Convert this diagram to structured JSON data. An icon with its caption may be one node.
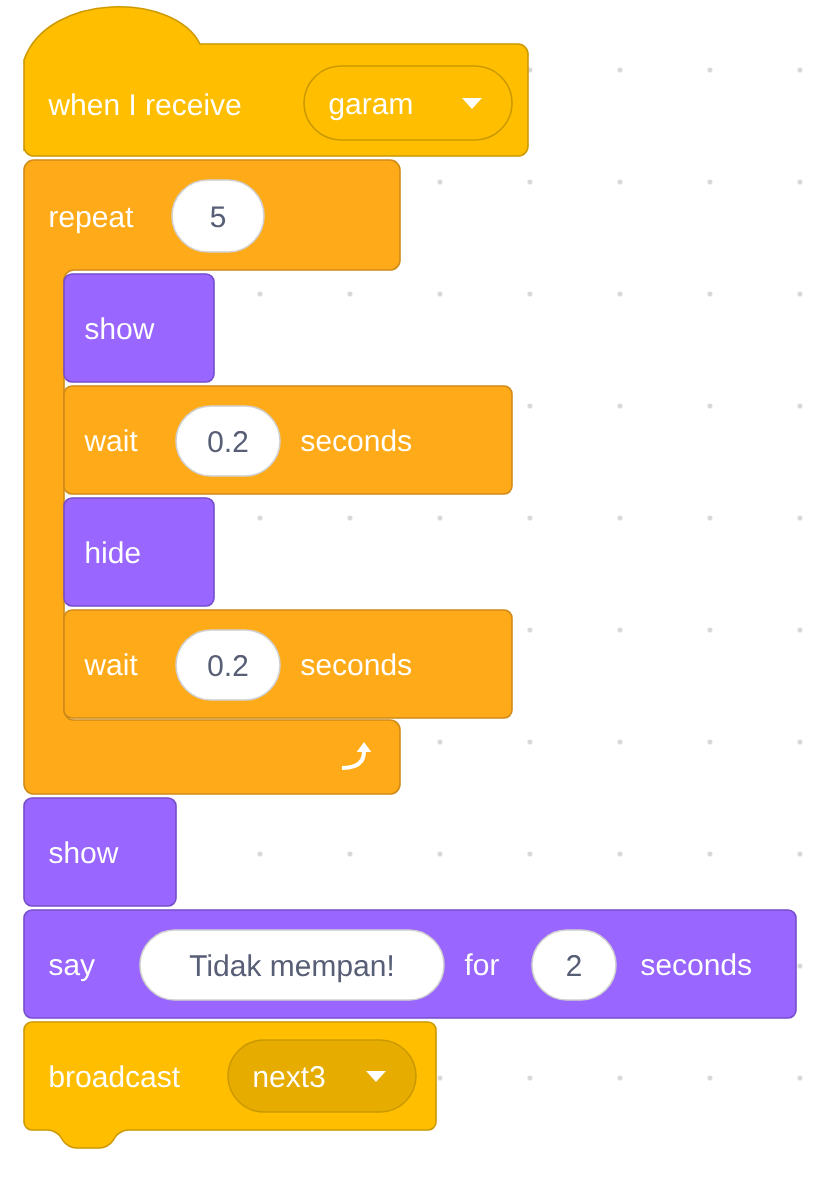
{
  "diagram": {
    "nodes": [
      {
        "text": [
          "when I receive"
        ]
      },
      {
        "text": [
          "garam"
        ],
        "in": 0
      },
      {
        "text": [
          "repeat"
        ]
      },
      {
        "text": [
          "5"
        ],
        "in": 2
      },
      {
        "text": [
          "show"
        ],
        "in": 2
      },
      {
        "text": [
          "wait",
          "seconds"
        ]
      },
      {
        "text": [
          "0.2"
        ],
        "in": 5
      },
      {
        "text": [
          "hide"
        ],
        "in": 2
      },
      {
        "text": [
          "wait",
          "seconds"
        ]
      },
      {
        "text": [
          "0.2"
        ],
        "in": 8
      },
      {
        "text": [
          "show"
        ]
      },
      {
        "text": [
          "say",
          "for",
          "seconds"
        ]
      },
      {
        "text": [
          "Tidak mempan!"
        ],
        "in": 11
      },
      {
        "text": [
          "2"
        ],
        "in": 11
      },
      {
        "text": [
          "broadcast"
        ]
      },
      {
        "text": [
          "next3"
        ],
        "in": 14
      }
    ]
  }
}
